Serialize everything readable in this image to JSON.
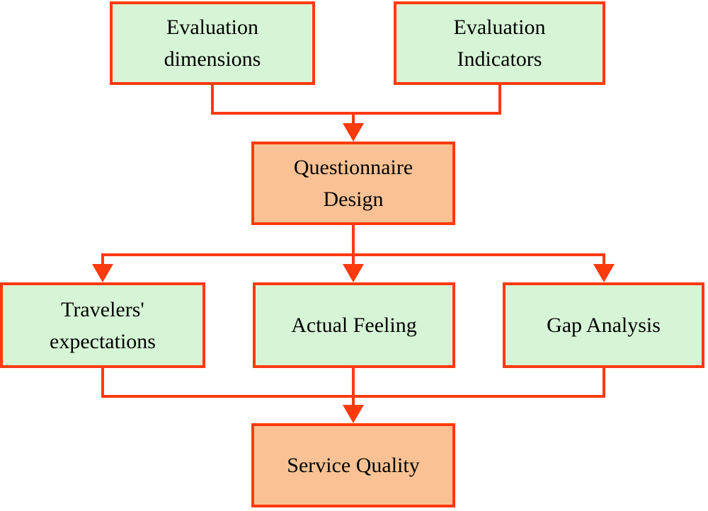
{
  "diagram": {
    "type": "flowchart",
    "colors": {
      "connector": "#ff3a0c",
      "node_green": "#d6f5d6",
      "node_orange": "#fac294",
      "text": "#000000"
    },
    "nodes": [
      {
        "id": "evaluation-dimensions",
        "label": "Evaluation\ndimensions",
        "fill": "green"
      },
      {
        "id": "evaluation-indicators",
        "label": "Evaluation\nIndicators",
        "fill": "green"
      },
      {
        "id": "questionnaire-design",
        "label": "Questionnaire\nDesign",
        "fill": "orange"
      },
      {
        "id": "travelers-expectations",
        "label": "Travelers'\nexpectations",
        "fill": "green"
      },
      {
        "id": "actual-feeling",
        "label": "Actual Feeling",
        "fill": "green"
      },
      {
        "id": "gap-analysis",
        "label": "Gap Analysis",
        "fill": "green"
      },
      {
        "id": "service-quality",
        "label": "Service Quality",
        "fill": "orange"
      }
    ],
    "edges": [
      {
        "from": "evaluation-dimensions",
        "to": "questionnaire-design"
      },
      {
        "from": "evaluation-indicators",
        "to": "questionnaire-design"
      },
      {
        "from": "questionnaire-design",
        "to": "travelers-expectations"
      },
      {
        "from": "questionnaire-design",
        "to": "actual-feeling"
      },
      {
        "from": "questionnaire-design",
        "to": "gap-analysis"
      },
      {
        "from": "travelers-expectations",
        "to": "service-quality"
      },
      {
        "from": "actual-feeling",
        "to": "service-quality"
      },
      {
        "from": "gap-analysis",
        "to": "service-quality"
      }
    ]
  }
}
